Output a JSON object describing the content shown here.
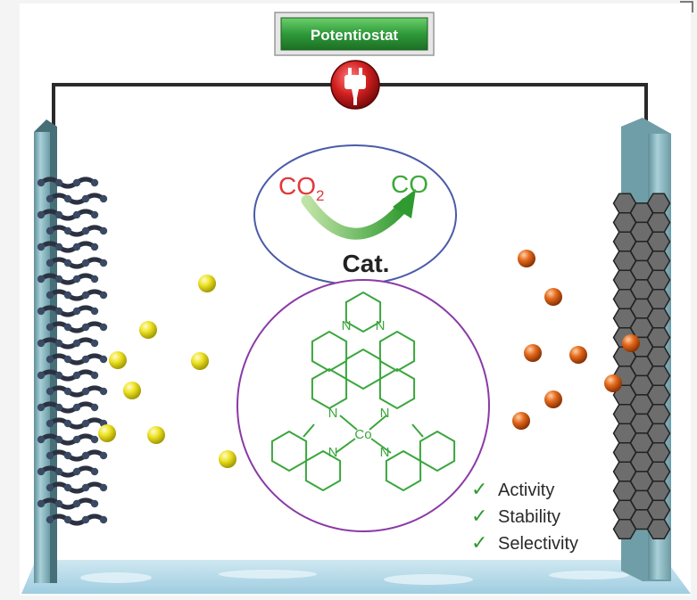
{
  "potentiostat": {
    "label": "Potentiostat"
  },
  "reaction": {
    "reactant_main": "CO",
    "reactant_sub": "2",
    "product": "CO",
    "catalyst_label": "Cat."
  },
  "molecule": {
    "nitrogen": "N",
    "metal": "Co"
  },
  "properties": [
    {
      "label": "Activity"
    },
    {
      "label": "Stability"
    },
    {
      "label": "Selectivity"
    }
  ],
  "colors": {
    "potentiostat_fill": "#2f9a3a",
    "plug_red": "#d32222",
    "co2_red": "#e0383a",
    "co_green": "#3daa3a",
    "molecule_green": "#3aa63c",
    "yellow_ball": "#e8e21a",
    "orange_ball": "#e0621a",
    "electrode_blue": "#8fbcc6",
    "top_circle": "#4b5aa8",
    "bottom_circle": "#8a3aa6"
  },
  "icons": {
    "plug": "power-plug-icon",
    "check": "check-icon"
  }
}
